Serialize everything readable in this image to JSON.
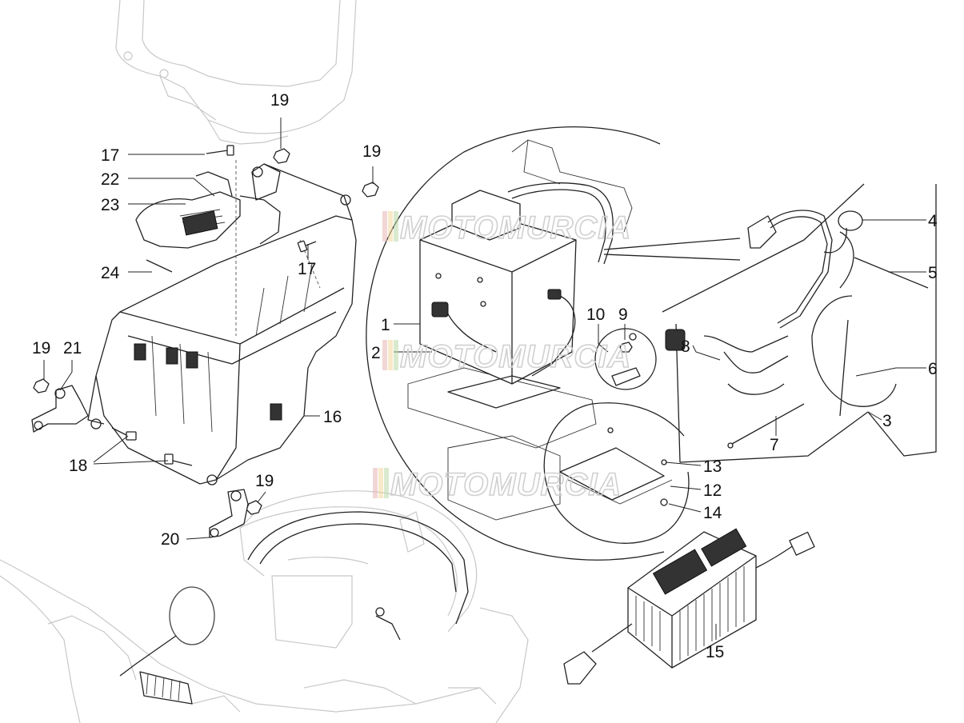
{
  "watermark": {
    "text": "MOTOMURCIA",
    "stripe_colors": [
      "#e8b4b4",
      "#f2d79c",
      "#b9d9a8"
    ]
  },
  "callouts": [
    "1",
    "2",
    "3",
    "4",
    "5",
    "6",
    "7",
    "8",
    "9",
    "10",
    "12",
    "13",
    "14",
    "15",
    "16",
    "17",
    "17",
    "18",
    "19",
    "19",
    "19",
    "19",
    "20",
    "21",
    "22",
    "23",
    "24"
  ]
}
